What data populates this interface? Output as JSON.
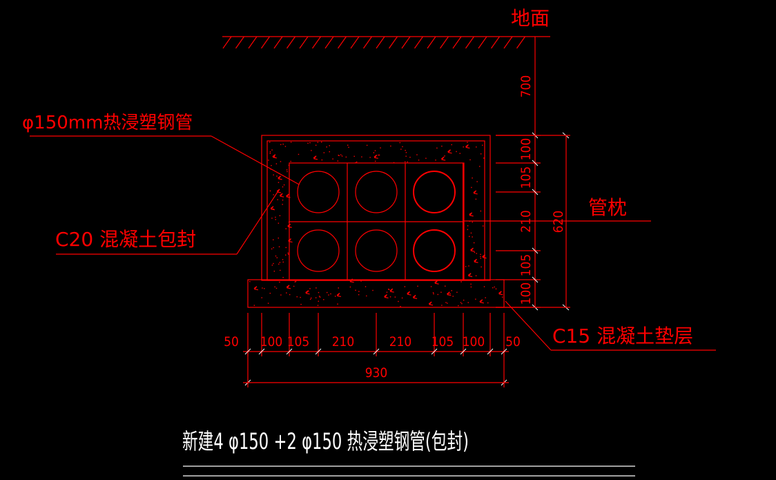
{
  "labels": {
    "ground": "地面",
    "pipe": "φ150mm热浸塑钢管",
    "encasement": "C20 混凝土包封",
    "pillow": "管枕",
    "cushion": "C15 混凝土垫层"
  },
  "dimensions": {
    "vertical_depth": "700",
    "vertical": [
      "100",
      "105",
      "210",
      "105",
      "100"
    ],
    "vertical_total": "620",
    "horizontal": [
      "50",
      "100",
      "105",
      "210",
      "210",
      "105",
      "100",
      "50"
    ],
    "horizontal_total": "930"
  },
  "title": "新建4 φ150 +2 φ150 热浸塑钢管(包封)",
  "pipes": {
    "rows": 2,
    "cols": 3
  },
  "colors": {
    "drawing": "#ff0000",
    "title": "#ffffff",
    "background": "#000000",
    "ticks": "#ffffff"
  }
}
